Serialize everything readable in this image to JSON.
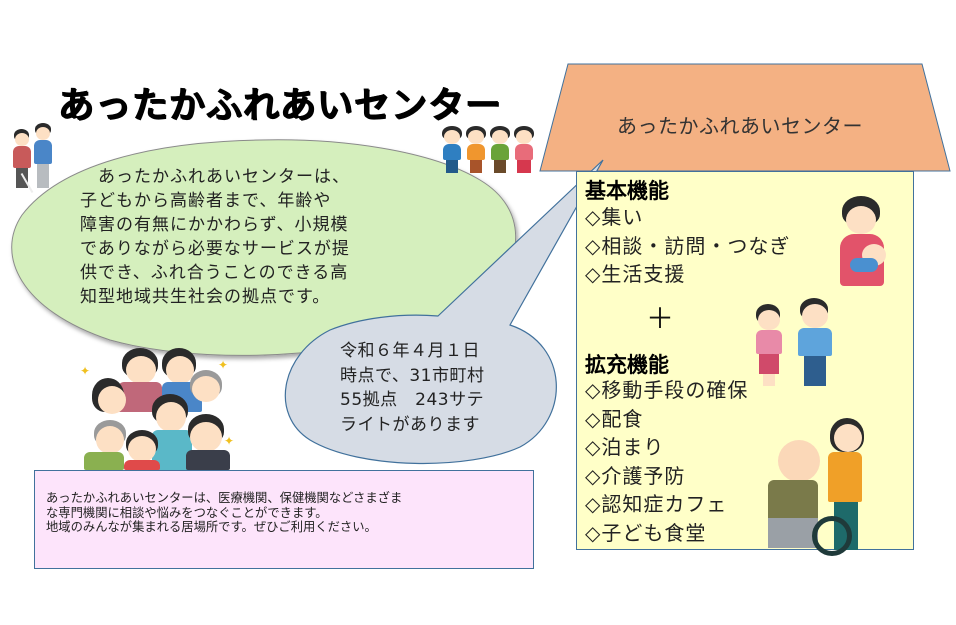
{
  "title": "あったかふれあいセンター",
  "green_bubble": {
    "text": "　あったかふれあいセンターは、\n子どもから高齢者まで、年齢や\n障害の有無にかかわらず、小規模\nでありながら必要なサービスが提\n供でき、ふれ合うことのできる高\n知型地域共生社会の拠点です。",
    "fill_color": "#d5efbd"
  },
  "gray_bubble": {
    "text": "令和６年４月１日\n時点で、31市町村\n55拠点　243サテ\nライトがあります",
    "fill_color": "#d6dce5"
  },
  "info_box": {
    "text": "あったかふれあいセンターは、医療機関、保健機関などさまざま\nな専門機関に相談や悩みをつなぐことができます。\n地域のみんなが集まれる居場所です。ぜひご利用ください。",
    "fill_color": "#fde4fb"
  },
  "house": {
    "roof_title": "あったかふれあいセンター",
    "roof_color": "#f4b183",
    "body_color": "#ffffc8",
    "basic": {
      "heading": "基本機能",
      "items": [
        "◇集い",
        "◇相談・訪問・つなぎ",
        "◇生活支援"
      ]
    },
    "plus": "＋",
    "extended": {
      "heading": "拡充機能",
      "items": [
        "◇移動手段の確保",
        "◇配食",
        "◇泊まり",
        "◇介護予防",
        "◇認知症カフェ",
        "◇子ども食堂"
      ]
    }
  },
  "illustrations": [
    "two-men-walking-with-white-cane",
    "four-children-cheering",
    "mother-holding-baby",
    "boy-and-girl-cheering",
    "caregiver-pushing-elderly-man-in-wheelchair",
    "crowd-of-people-cheering"
  ]
}
